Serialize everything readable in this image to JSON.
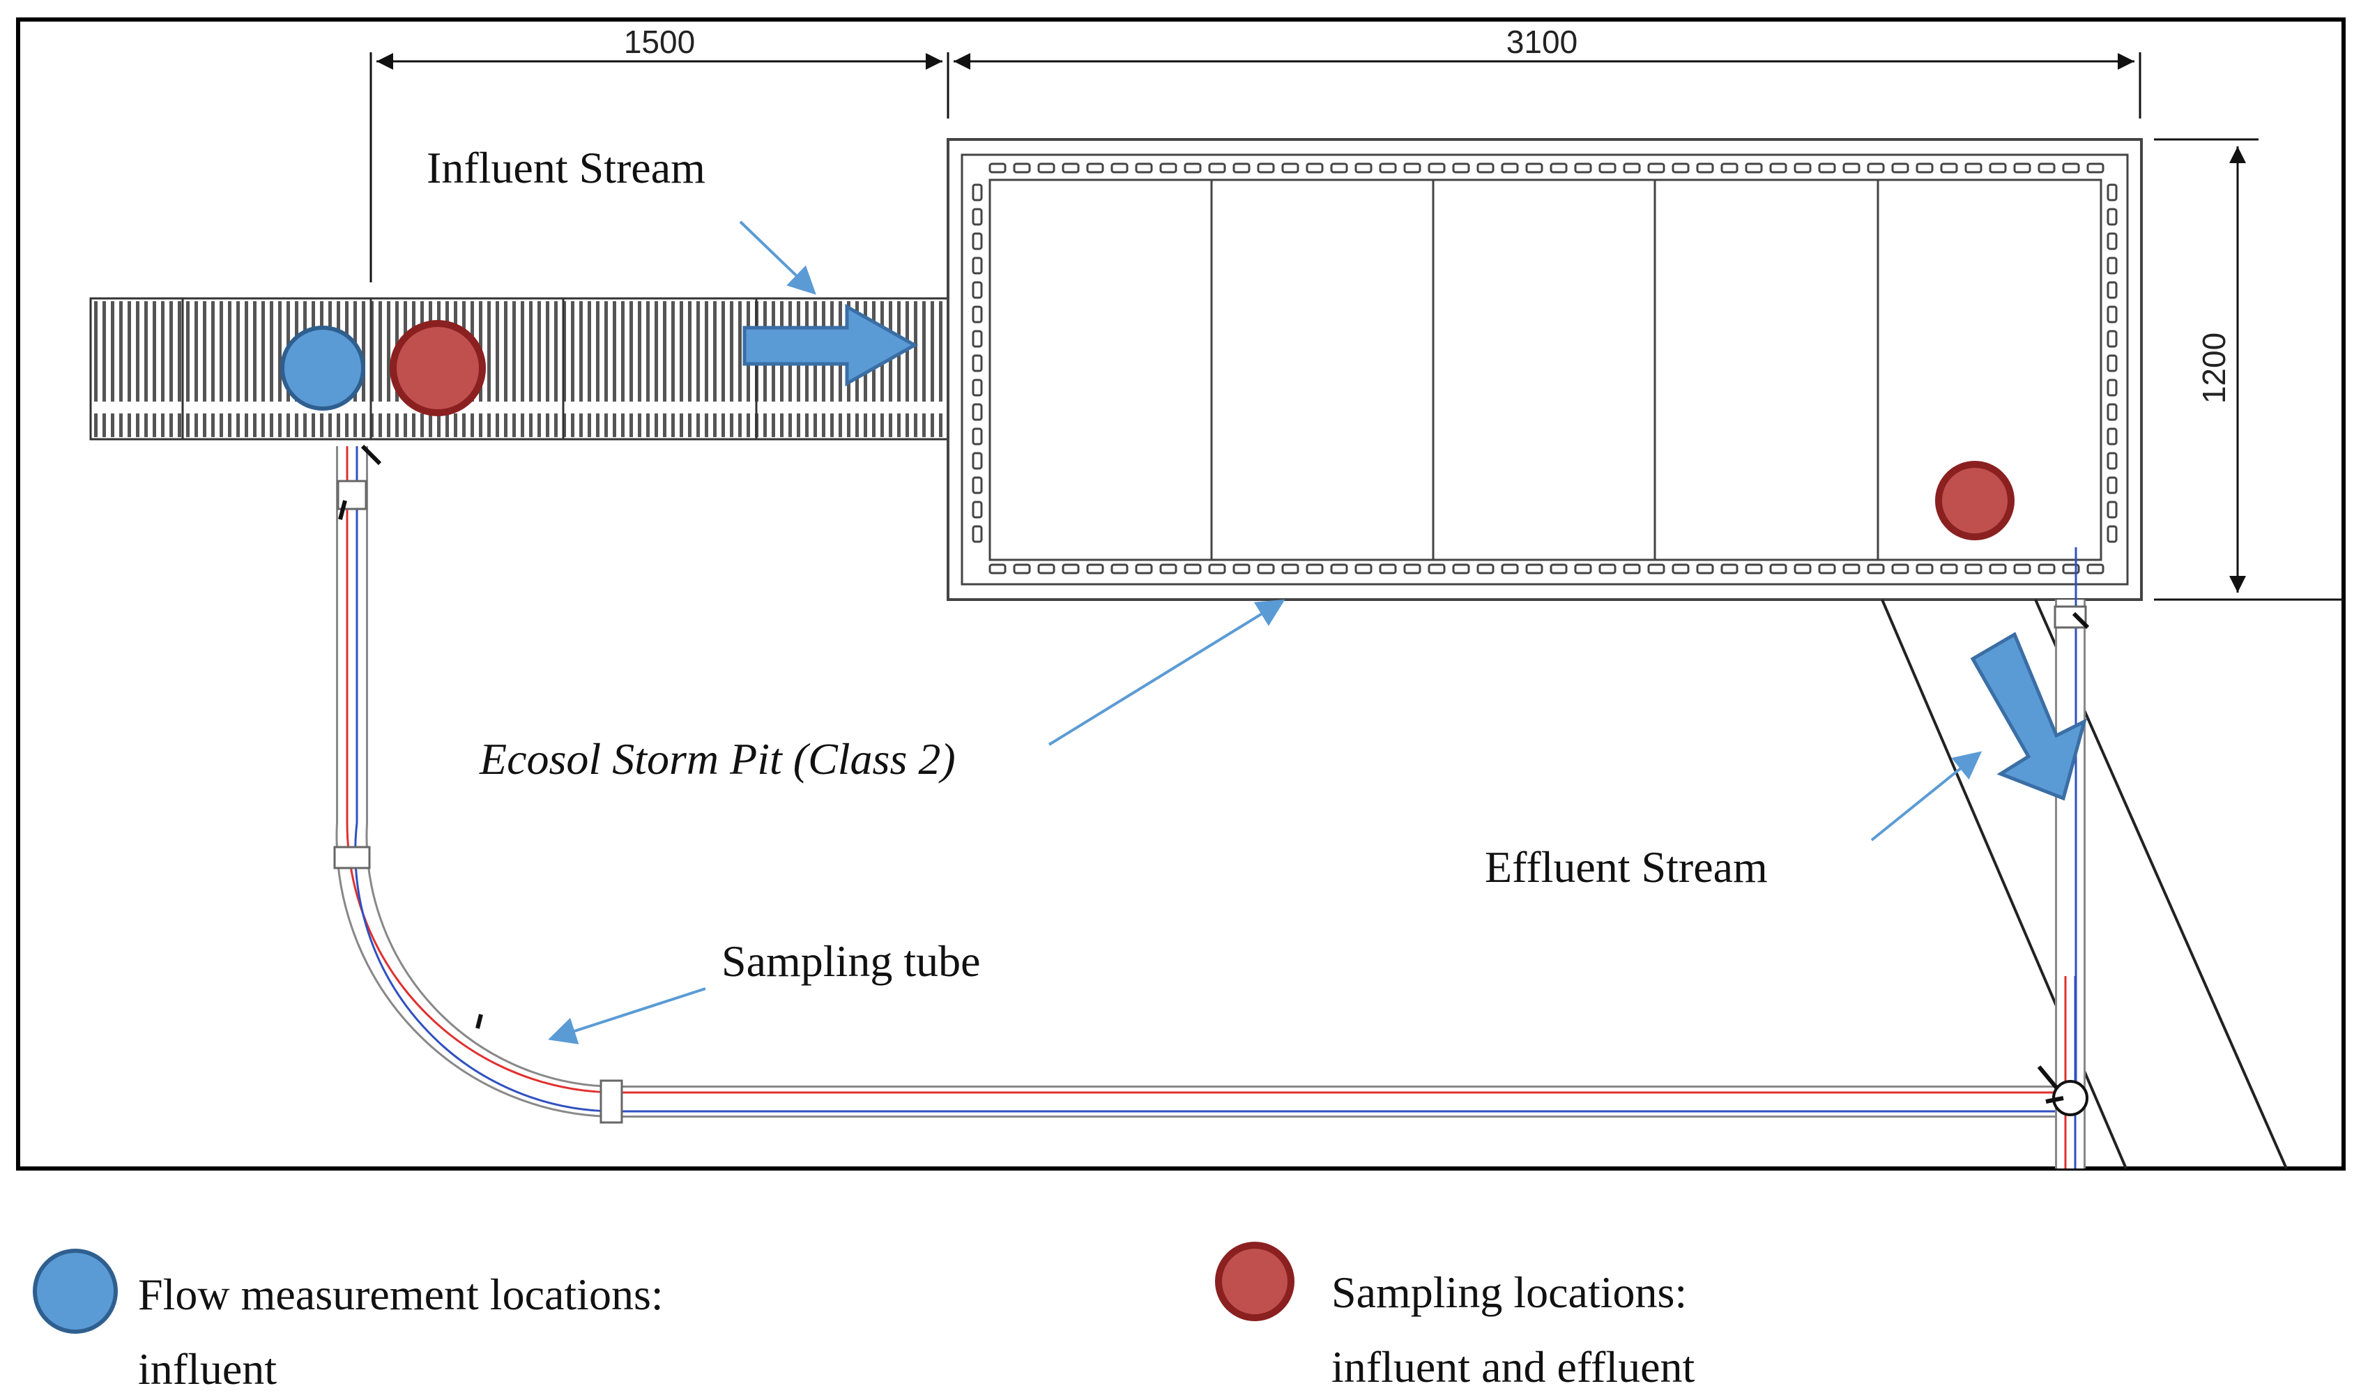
{
  "dimensions": {
    "inlet_length": "1500",
    "pit_length": "3100",
    "pit_width": "1200"
  },
  "labels": {
    "influent": "Influent Stream",
    "pit": "Ecosol Storm Pit (Class 2)",
    "effluent": "Effluent Stream",
    "tube": "Sampling tube"
  },
  "legend": {
    "flow_line1": "Flow measurement locations:",
    "flow_line2": "influent",
    "sampling_line1": "Sampling locations:",
    "sampling_line2": "influent and effluent"
  },
  "colors": {
    "flow_marker": "#5B9BD5",
    "sampling_marker": "#C0504D",
    "pipe_red": "#E03030",
    "pipe_blue": "#3050C0"
  },
  "icons": {
    "flow": "blue-circle-icon",
    "sampling": "red-circle-icon",
    "arrow": "blue-flow-arrow-icon"
  }
}
